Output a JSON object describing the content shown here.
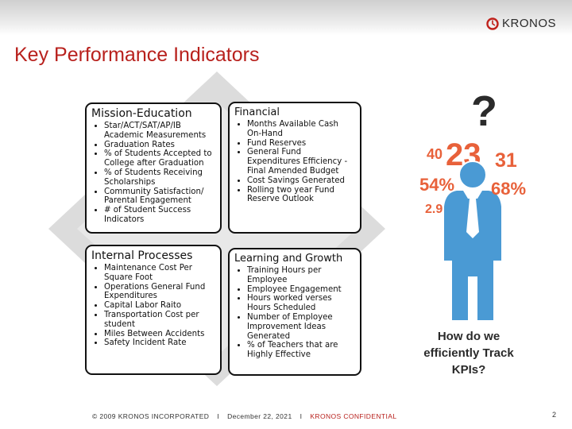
{
  "brand": {
    "name": "KRONOS",
    "accent": "#b8211d"
  },
  "title": "Key Performance Indicators",
  "quadrants": [
    {
      "heading": "Mission-Education",
      "items": [
        "Star/ACT/SAT/AP/IB Academic Measurements",
        "Graduation Rates",
        "% of Students Accepted to College after Graduation",
        "% of Students Receiving Scholarships",
        "Community Satisfaction/ Parental Engagement",
        "# of Student Success Indicators"
      ]
    },
    {
      "heading": "Financial",
      "items": [
        "Months Available Cash On-Hand",
        "Fund Reserves",
        "General Fund Expenditures Efficiency - Final Amended Budget",
        "Cost Savings Generated",
        "Rolling two year Fund Reserve Outlook"
      ]
    },
    {
      "heading": "Internal Processes",
      "items": [
        "Maintenance Cost Per Square Foot",
        "Operations General Fund Expenditures",
        "Capital Labor Raito",
        "Transportation Cost per student",
        "Miles Between Accidents",
        "Safety Incident Rate"
      ]
    },
    {
      "heading": "Learning and Growth",
      "items": [
        "Training Hours per Employee",
        "Employee Engagement",
        "Hours worked verses Hours Scheduled",
        "Number of Employee Improvement Ideas Generated",
        "% of Teachers that are Highly Effective"
      ]
    }
  ],
  "figure": {
    "question_mark": "?",
    "numbers": [
      "40",
      "23",
      "31",
      "54%",
      "68%",
      "2.9"
    ]
  },
  "caption": "How do we efficiently Track KPIs?",
  "footer": {
    "copyright": "© 2009 KRONOS INCORPORATED",
    "sep1": "I",
    "date": "December 22, 2021",
    "sep2": "I",
    "confidential": "KRONOS CONFIDENTIAL"
  },
  "page_number": "2"
}
